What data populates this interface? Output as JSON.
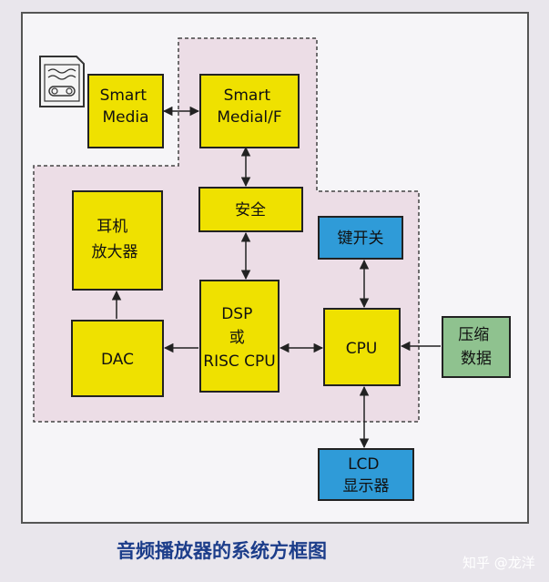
{
  "colors": {
    "page": "#e9e6ec",
    "frame_fill": "#f6f5f8",
    "region_fill": "#ecdde6",
    "yellow": "#efe100",
    "blue": "#2f9bd8",
    "green": "#8fc28f",
    "caption": "#1c3d8a"
  },
  "icons": {
    "card": "smart-media-card-icon"
  },
  "blocks": {
    "smart_media": [
      "Smart",
      "Media"
    ],
    "smart_media_if": [
      "Smart",
      "Medial/F"
    ],
    "security": [
      "安全"
    ],
    "earphone_amp": [
      "耳机",
      "放大器"
    ],
    "dac": [
      "DAC"
    ],
    "dsp": [
      "DSP",
      "或",
      "RISC CPU"
    ],
    "cpu": [
      "CPU"
    ],
    "key_switch": [
      "键开关"
    ],
    "compressed_data": [
      "压缩",
      "数据"
    ],
    "lcd": [
      "LCD",
      "显示器"
    ]
  },
  "caption": "音频播放器的系统方框图",
  "watermark": "知乎 @龙洋"
}
